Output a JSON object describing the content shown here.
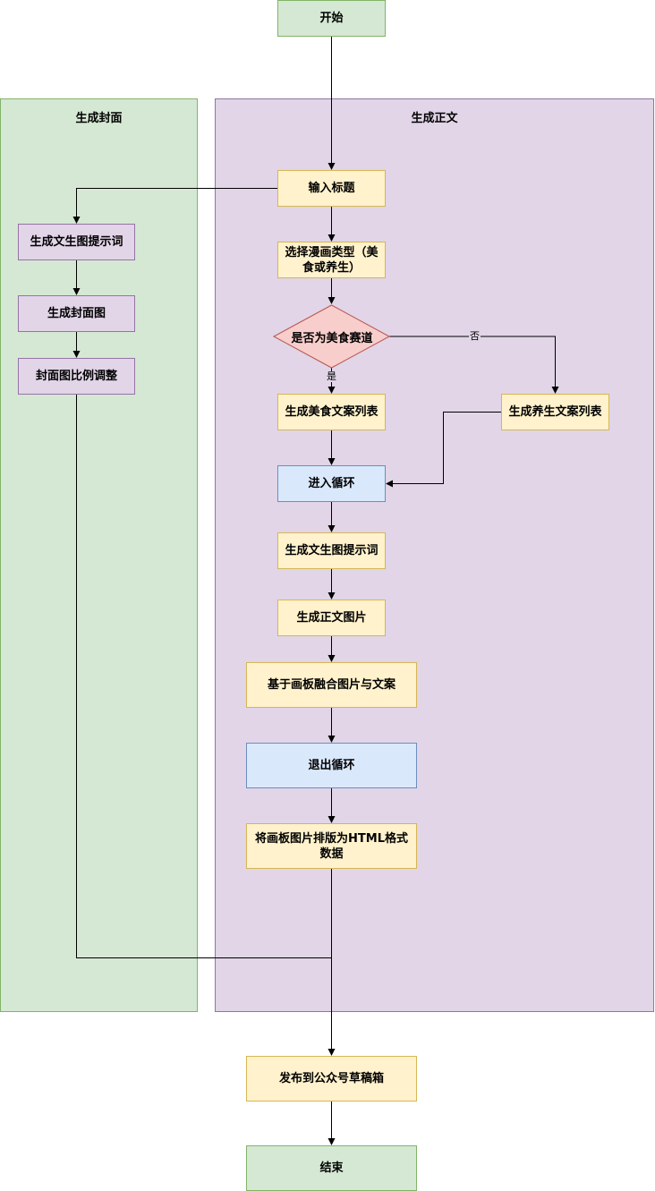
{
  "lanes": {
    "cover": "生成封面",
    "body": "生成正文"
  },
  "nodes": {
    "start": "开始",
    "input_title": "输入标题",
    "choose_type": "选择漫画类型（美食或养生）",
    "is_food": "是否为美食赛道",
    "food_copy": "生成美食文案列表",
    "health_copy": "生成养生文案列表",
    "enter_loop": "进入循环",
    "gen_prompt": "生成文生图提示词",
    "gen_body_img": "生成正文图片",
    "merge": "基于画板融合图片与文案",
    "exit_loop": "退出循环",
    "to_html": "将画板图片排版为HTML格式数据",
    "cover_prompt": "生成文生图提示词",
    "cover_img": "生成封面图",
    "cover_adjust": "封面图比例调整",
    "publish": "发布到公众号草稿箱",
    "end": "结束"
  },
  "edge_labels": {
    "yes": "是",
    "no": "否"
  }
}
